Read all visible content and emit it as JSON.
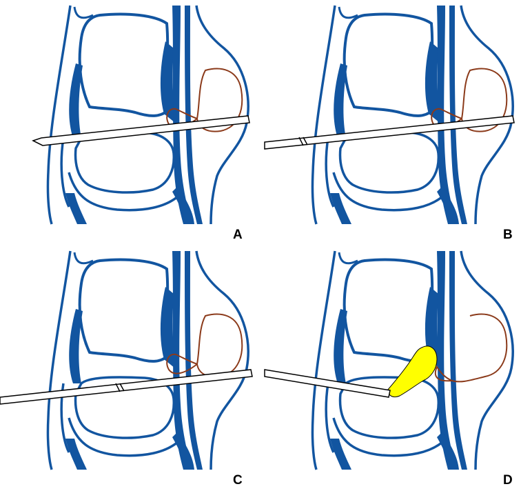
{
  "panels": [
    {
      "id": "A",
      "label": "A"
    },
    {
      "id": "B",
      "label": "B"
    },
    {
      "id": "C",
      "label": "C"
    },
    {
      "id": "D",
      "label": "D"
    }
  ],
  "colors": {
    "anatomy": "#1255a0",
    "cyst_outline": "#8b3a1a",
    "instrument_outline": "#000000",
    "instrument_fill": "#ffffff",
    "fill_material": "#ffff00",
    "label": "#000000"
  }
}
